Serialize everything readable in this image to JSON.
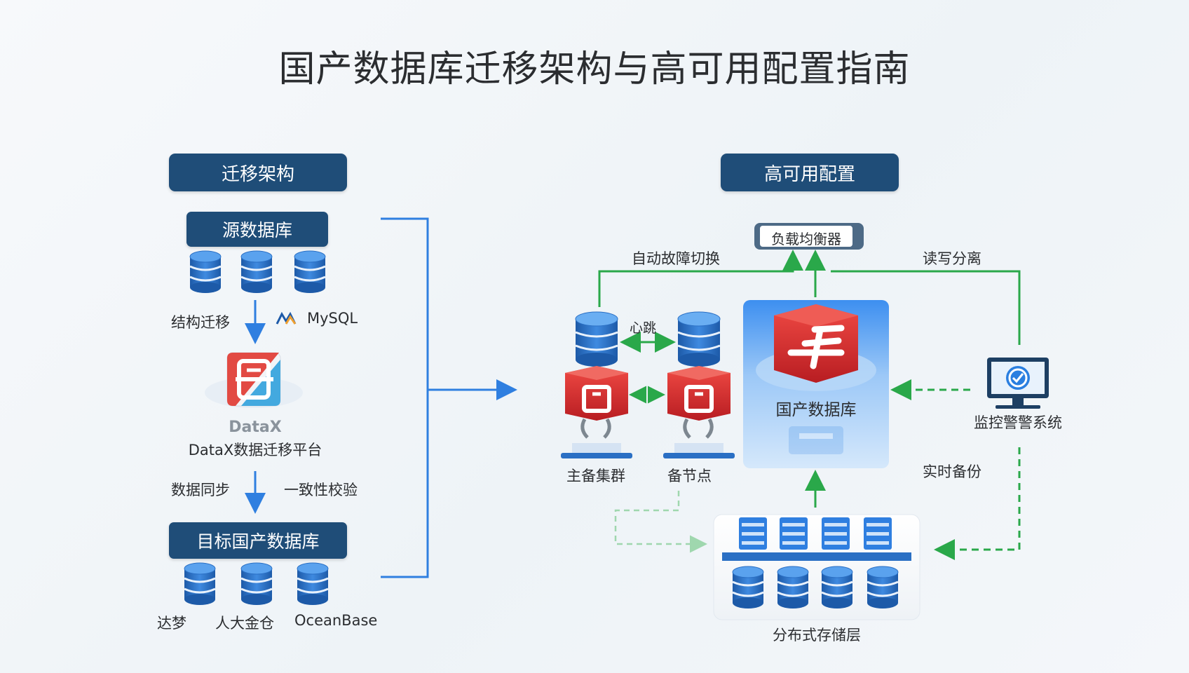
{
  "title": "国产数据库迁移架构与高可用配置指南",
  "migration": {
    "header": "迁移架构",
    "source_db": {
      "label": "源数据库",
      "side_label": "MySQL"
    },
    "structure_migration": "结构迁移",
    "tool": {
      "name": "DataX",
      "description": "DataX数据迁移平台"
    },
    "data_sync": "数据同步",
    "consistency_check": "一致性校验",
    "target_db": {
      "label": "目标国产数据库",
      "items": [
        "达梦",
        "人大金仓",
        "OceanBase"
      ]
    }
  },
  "ha": {
    "header": "高可用配置",
    "load_balancer": "负载均衡器",
    "auto_failover": "自动故障切换",
    "read_write_split": "读写分离",
    "heartbeat": "心跳",
    "primary_cluster": "主备集群",
    "standby_node": "备节点",
    "domestic_db": "国产数据库",
    "monitoring": "监控警警系统",
    "realtime_backup": "实时备份",
    "storage": "分布式存储层"
  },
  "colors": {
    "header_bg": "#1f4d78",
    "blue_arrow": "#2f7fe0",
    "green_arrow": "#2aa84a",
    "db_blue": "#2a6fc4",
    "red_node": "#d9262a"
  }
}
